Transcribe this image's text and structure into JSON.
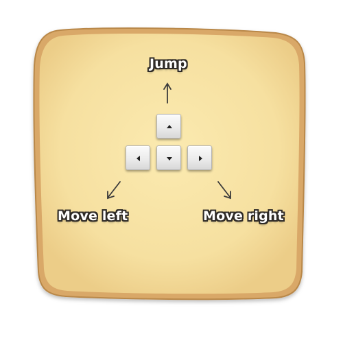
{
  "controls": {
    "jump_label": "Jump",
    "move_left_label": "Move left",
    "move_right_label": "Move right"
  },
  "keys": {
    "up": "up-arrow-key",
    "left": "left-arrow-key",
    "down": "down-arrow-key",
    "right": "right-arrow-key"
  },
  "colors": {
    "panel_fill": "#f6e3a6",
    "panel_border": "#c9935a",
    "label_text": "#ffffff",
    "label_outline": "#2e2a26",
    "arrow": "#3a3a3a",
    "key_glyph": "#222222"
  }
}
